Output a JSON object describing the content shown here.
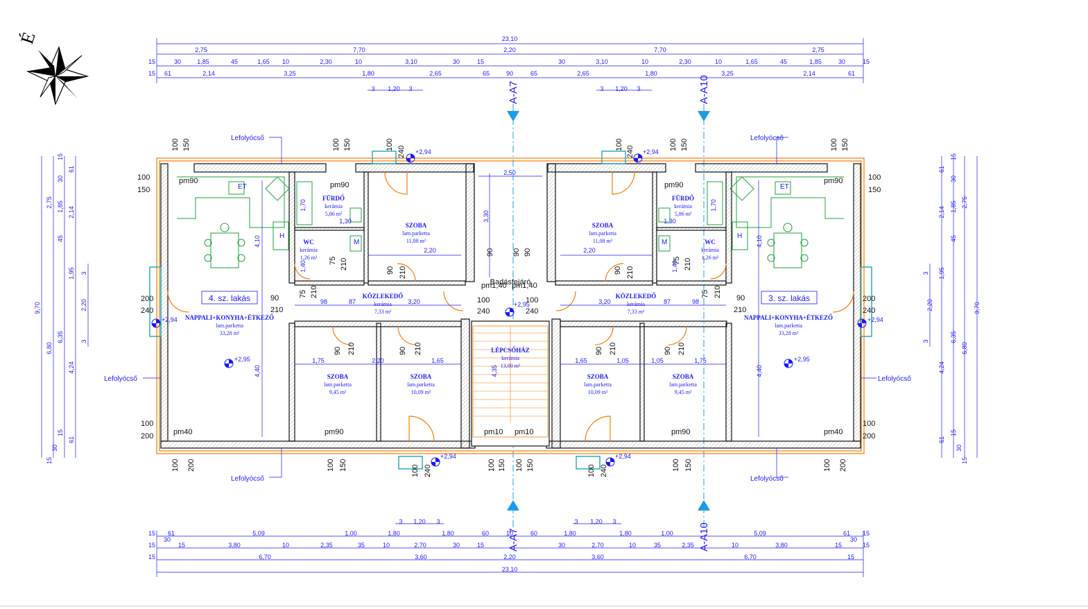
{
  "compass": {
    "label": "É"
  },
  "sections": [
    {
      "label": "A-A7"
    },
    {
      "label": "A-A10"
    }
  ],
  "flats": [
    {
      "label": "4. sz. lakás"
    },
    {
      "label": "3. sz. lakás"
    }
  ],
  "rooms": [
    {
      "name": "NAPPALI+KONYHA+ÉTKEZŐ",
      "floor": "lam.parketta",
      "area": "33,28 m²"
    },
    {
      "name": "FÜRDŐ",
      "floor": "kerámia",
      "area": "5,86 m²"
    },
    {
      "name": "WC",
      "floor": "kerámia",
      "area": "1,26 m²"
    },
    {
      "name": "SZOBA",
      "floor": "lam.parketta",
      "area": "11,08 m²"
    },
    {
      "name": "KÖZLEKEDŐ",
      "floor": "kerámia",
      "area": "7,33 m²"
    },
    {
      "name": "SZOBA",
      "floor": "lam.parketta",
      "area": "9,45 m²"
    },
    {
      "name": "SZOBA",
      "floor": "lam.parketta",
      "area": "10,09 m²"
    },
    {
      "name": "LÉPCSŐHÁZ",
      "floor": "kerámia",
      "area": "13,00 m²"
    },
    {
      "name": "SZOBA",
      "floor": "lam.parketta",
      "area": "11,08 m²"
    },
    {
      "name": "FÜRDŐ",
      "floor": "kerámia",
      "area": "5,86 m²"
    },
    {
      "name": "WC",
      "floor": "kerámia",
      "area": "1,26 m²"
    },
    {
      "name": "KÖZLEKEDŐ",
      "floor": "kerámia",
      "area": "7,33 m²"
    },
    {
      "name": "SZOBA",
      "floor": "lam.parketta",
      "area": "10,09 m²"
    },
    {
      "name": "SZOBA",
      "floor": "lam.parketta",
      "area": "9,45 m²"
    },
    {
      "name": "NAPPALI+KONYHA+ÉTKEZŐ",
      "floor": "lam.parketta",
      "area": "33,28 m²"
    }
  ],
  "downpipe_label": "Lefolyócső",
  "levels": {
    "floor": "+2,95",
    "landing": "+2,94"
  },
  "stair_label": "Badásfejáró",
  "parapets": [
    "pm90",
    "pm90",
    "pm40",
    "pm90",
    "pm10",
    "pm10",
    "pm90",
    "pm40",
    "pm1,40",
    "pm1,40"
  ],
  "top_dims": {
    "total": "23,10",
    "row2": [
      "2,75",
      "7,70",
      "2,20",
      "7,70",
      "2,75"
    ],
    "row3": [
      "15",
      "30",
      "1,85",
      "45",
      "1,65",
      "10",
      "2,30",
      "10",
      "3,10",
      "30",
      "15",
      "30",
      "3,10",
      "10",
      "2,30",
      "10",
      "1,65",
      "45",
      "1,85",
      "30",
      "15"
    ],
    "row4": [
      "15",
      "61",
      "2,14",
      "3,25",
      "1,80",
      "2,65",
      "65",
      "90",
      "65",
      "2,65",
      "1,80",
      "3,25",
      "2,14",
      "61"
    ],
    "row5": [
      "3",
      "1,20",
      "3",
      "3",
      "1,20",
      "3"
    ]
  },
  "bottom_dims": {
    "total": "23,10",
    "row1": [
      "15",
      "61",
      "5,09",
      "1,00",
      "1,80",
      "1,80",
      "60",
      "10",
      "60",
      "1,80",
      "1,80",
      "1,00",
      "5,09",
      "61",
      "15"
    ],
    "row2": [
      "15",
      "15",
      "3,80",
      "10",
      "2,35",
      "35",
      "10",
      "2,70",
      "30",
      "15",
      "30",
      "2,70",
      "10",
      "35",
      "2,35",
      "10",
      "3,80",
      "15",
      "15"
    ],
    "row3": [
      "15",
      "6,70",
      "3,60",
      "2,20",
      "3,60",
      "6,70",
      "15"
    ],
    "row4": [
      "3",
      "1,20",
      "3",
      "3",
      "1,20",
      "3"
    ],
    "row_small": [
      "30",
      "30"
    ]
  },
  "side_dims_left": [
    "9,70",
    "2,75",
    "6,80",
    "6,35",
    "1,85",
    "2,14",
    "1,95",
    "4,24",
    "2,20",
    "15",
    "30",
    "61",
    "45",
    "15",
    "30",
    "61",
    "15",
    "3",
    "3"
  ],
  "side_dims_right": [
    "9,70",
    "2,75",
    "6,80",
    "6,35",
    "1,85",
    "2,14",
    "1,95",
    "4,24",
    "2,20",
    "15",
    "30",
    "61",
    "45",
    "15",
    "30",
    "61",
    "15",
    "3",
    "3"
  ],
  "interior_dims": [
    "4,10",
    "4,40",
    "4,35",
    "3,30",
    "2,50",
    "2,20",
    "1,75",
    "1,65",
    "1,05",
    "3,20",
    "87",
    "98",
    "1,30",
    "1,70",
    "1,40",
    "90",
    "75",
    "210",
    "100",
    "150",
    "200",
    "240",
    "10",
    "ET",
    "H",
    "M"
  ],
  "opening_codes": [
    "100",
    "150",
    "200",
    "240",
    "90",
    "210"
  ]
}
